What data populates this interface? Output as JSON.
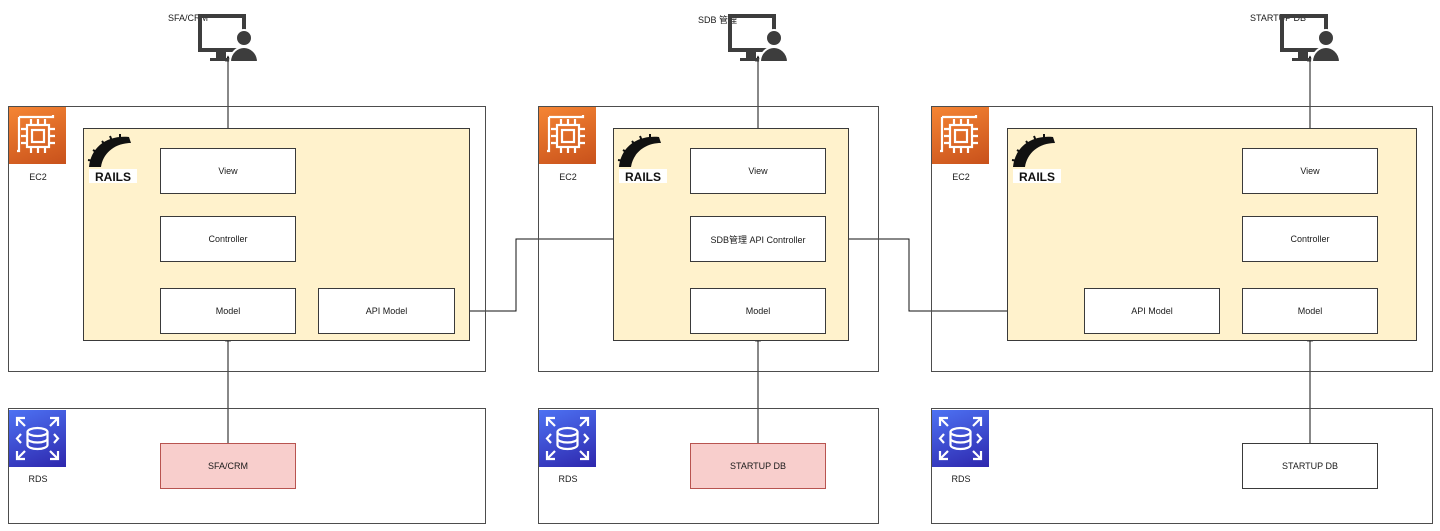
{
  "users": [
    {
      "label": "SFA/CRM"
    },
    {
      "label": "SDB 管理"
    },
    {
      "label": "STARTUP DB"
    }
  ],
  "stacks": [
    {
      "ec2_label": "EC2",
      "rds_label": "RDS",
      "view": "View",
      "controller": "Controller",
      "model": "Model",
      "api_model": "API Model",
      "db": "SFA/CRM"
    },
    {
      "ec2_label": "EC2",
      "rds_label": "RDS",
      "view": "View",
      "controller": "SDB管理 API Controller",
      "model": "Model",
      "db": "STARTUP DB"
    },
    {
      "ec2_label": "EC2",
      "rds_label": "RDS",
      "view": "View",
      "controller": "Controller",
      "model": "Model",
      "api_model": "API Model",
      "db": "STARTUP DB"
    }
  ],
  "rails_logo_text": "RAILS",
  "colors": {
    "ec2_orange": "#e7731f",
    "rds_blue": "#3b48cc",
    "rails_fill": "#fff2cc",
    "db_pink": "#f8cecc",
    "db_pink_border": "#b85450",
    "user_icon": "#3d3d3d"
  },
  "icons": {
    "user": "user-at-monitor-icon",
    "ec2": "ec2-chip-icon",
    "rds": "rds-database-icon",
    "rails": "rails-logo-icon"
  }
}
